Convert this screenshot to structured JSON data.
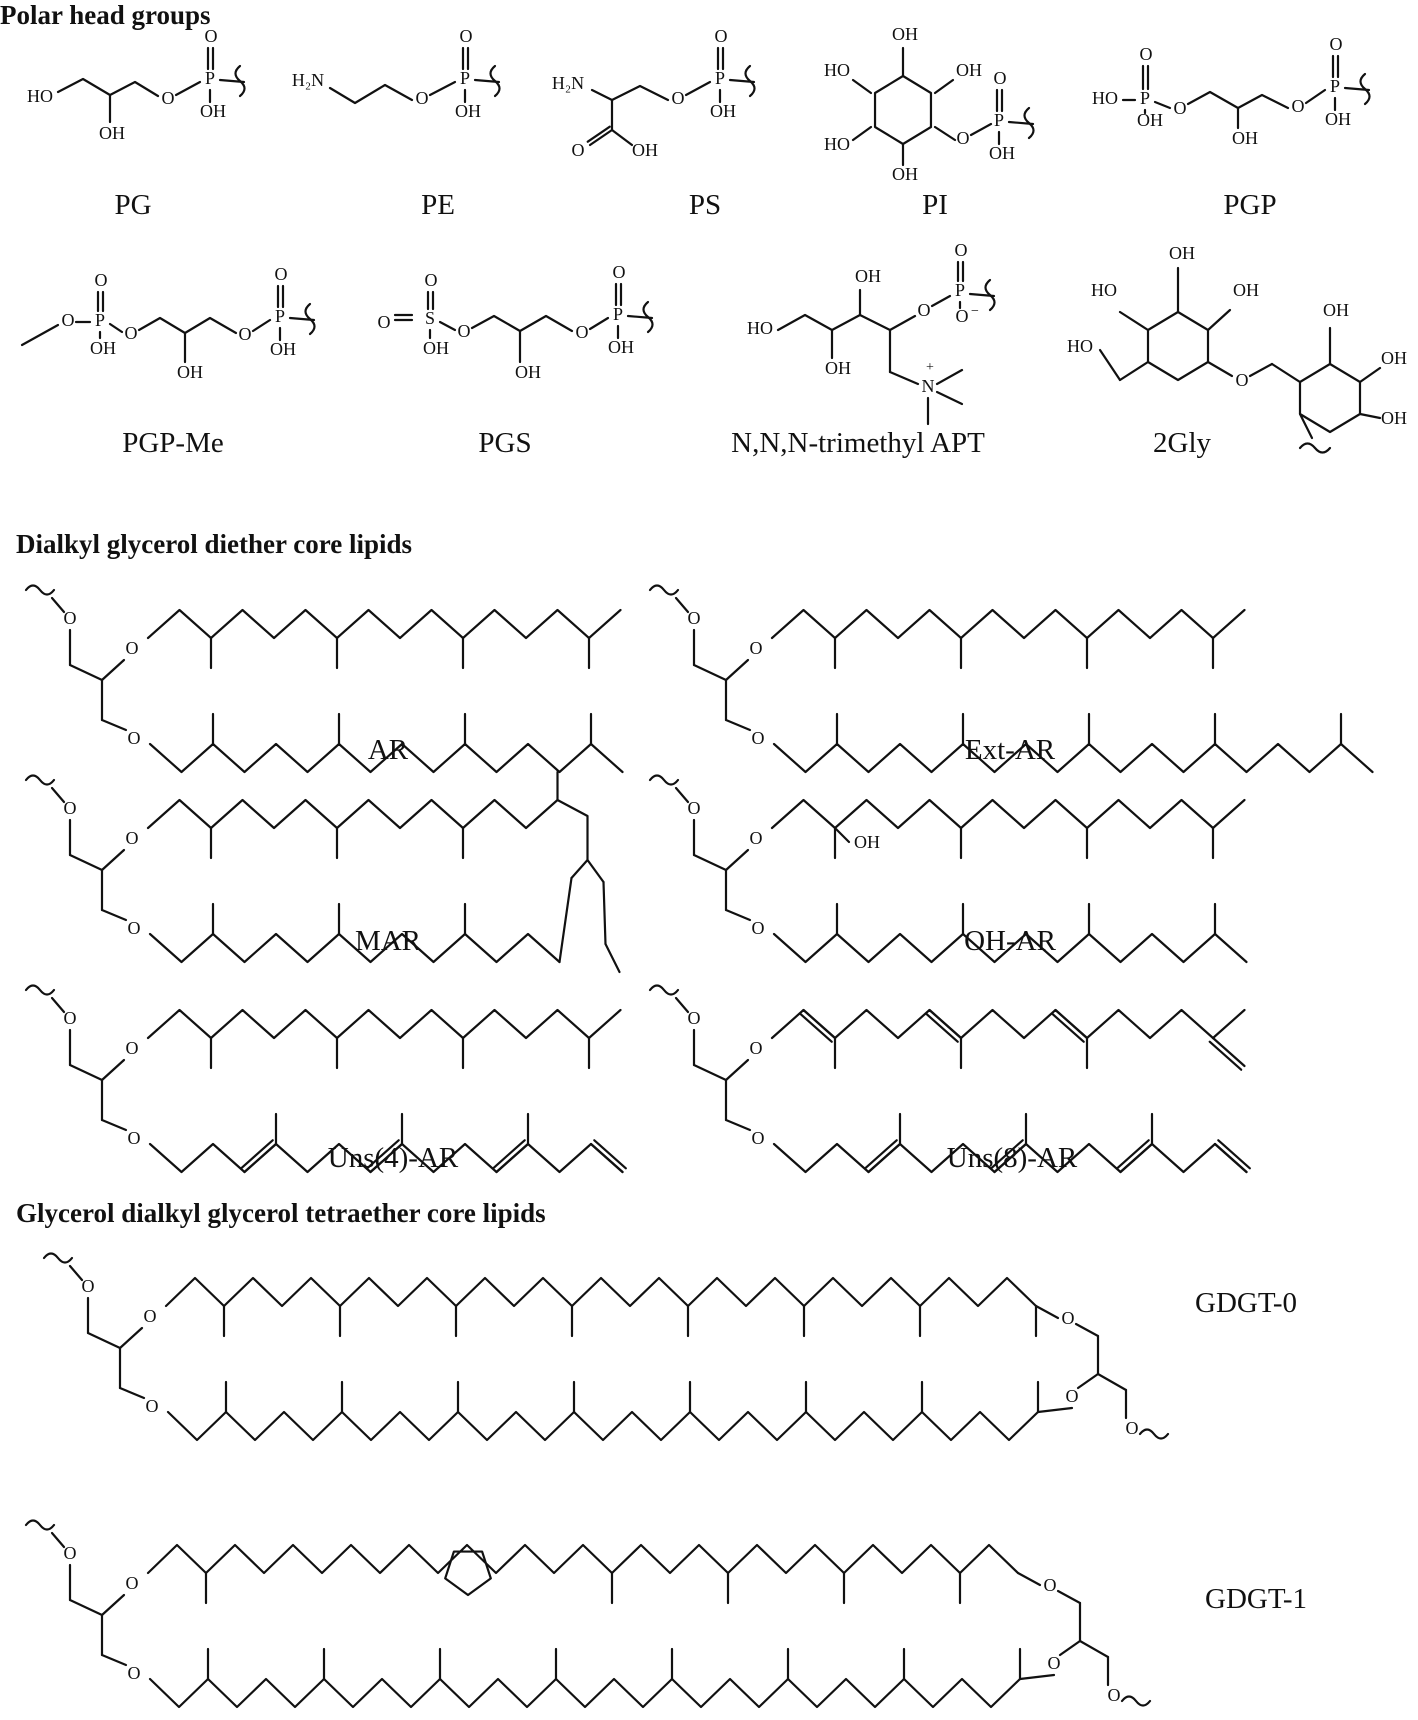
{
  "sections": [
    {
      "title": "Polar head groups"
    },
    {
      "title": "Dialkyl glycerol diether core lipids"
    },
    {
      "title": "Glycerol dialkyl glycerol tetraether core lipids"
    }
  ],
  "head_groups": [
    {
      "label": "PG"
    },
    {
      "label": "PE"
    },
    {
      "label": "PS"
    },
    {
      "label": "PI"
    },
    {
      "label": "PGP"
    },
    {
      "label": "PGP-Me"
    },
    {
      "label": "PGS"
    },
    {
      "label": "N,N,N-trimethyl APT"
    },
    {
      "label": "2Gly"
    }
  ],
  "diether_lipids": [
    {
      "label": "AR"
    },
    {
      "label": "Ext-AR"
    },
    {
      "label": "MAR"
    },
    {
      "label": "OH-AR"
    },
    {
      "label": "Uns(4)-AR"
    },
    {
      "label": "Uns(8)-AR"
    }
  ],
  "tetraether_lipids": [
    {
      "label": "GDGT-0"
    },
    {
      "label": "GDGT-1"
    }
  ],
  "atom_labels": {
    "HO": "HO",
    "OH": "OH",
    "O": "O",
    "P": "P",
    "S": "S",
    "N": "N",
    "H2N": "H₂N",
    "minus": "−",
    "plus": "+"
  }
}
